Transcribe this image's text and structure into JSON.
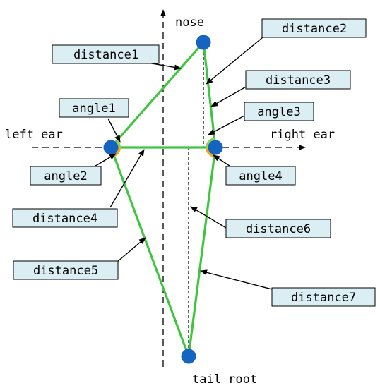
{
  "points": {
    "nose": "nose",
    "left_ear": "left ear",
    "right_ear": "right ear",
    "tail_root": "tail root"
  },
  "labels": {
    "distance1": "distance1",
    "distance2": "distance2",
    "distance3": "distance3",
    "distance4": "distance4",
    "distance5": "distance5",
    "distance6": "distance6",
    "distance7": "distance7",
    "angle1": "angle1",
    "angle2": "angle2",
    "angle3": "angle3",
    "angle4": "angle4"
  },
  "colors": {
    "segment": "#3fc63f",
    "keypoint": "#1565c0",
    "label_fill": "#dbeef4",
    "angle_upper": "#8ed35a",
    "angle_lower": "#f0a820"
  }
}
